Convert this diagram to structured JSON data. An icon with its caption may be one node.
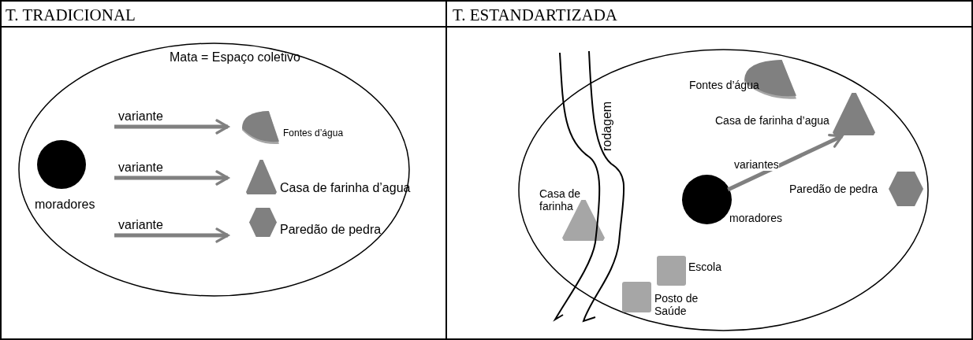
{
  "diagram": {
    "nodes": [
      {
        "text": [
          "Mata = Espaço coletivo"
        ]
      },
      {
        "text": [
          "moradores"
        ],
        "in": 0
      },
      {
        "text": [
          "Fontes d’água"
        ],
        "in": 0
      },
      {
        "text": [
          "Casa de farinha d’agua"
        ],
        "in": 0
      },
      {
        "text": [
          "Paredão de pedra"
        ],
        "in": 0
      },
      {
        "text": [],
        "shape": "ellipse"
      },
      {
        "text": [
          "Fontes d’água"
        ],
        "in": 5
      },
      {
        "text": [
          "Casa de farinha d’agua"
        ],
        "in": 5
      },
      {
        "text": [
          "moradores"
        ],
        "in": 5
      },
      {
        "text": [
          "Paredão de pedra"
        ],
        "in": 5
      },
      {
        "text": [
          "Casa de farinha"
        ],
        "in": 5
      },
      {
        "text": [
          "Escola"
        ],
        "in": 5
      },
      {
        "text": [
          "Posto de Saúde"
        ],
        "in": 5
      }
    ],
    "edges": [
      {
        "from": 1,
        "to": 2,
        "arrow": "to",
        "label": "variante"
      },
      {
        "from": 1,
        "to": 3,
        "arrow": "to",
        "label": "variante"
      },
      {
        "from": 1,
        "to": 4,
        "arrow": "to",
        "label": "variante"
      },
      {
        "from": 8,
        "to": 7,
        "arrow": "to",
        "label": "variantes"
      }
    ],
    "labels": [
      "T. TRADICIONAL",
      "T. ESTANDARTIZADA",
      "rodagem"
    ]
  }
}
